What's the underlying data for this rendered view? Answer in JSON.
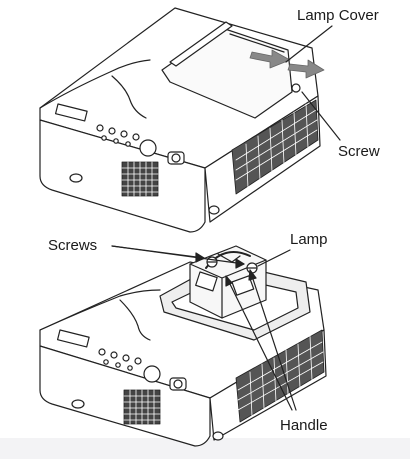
{
  "labels": {
    "lamp_cover": "Lamp Cover",
    "screw": "Screw",
    "screws": "Screws",
    "lamp": "Lamp",
    "handle": "Handle"
  }
}
